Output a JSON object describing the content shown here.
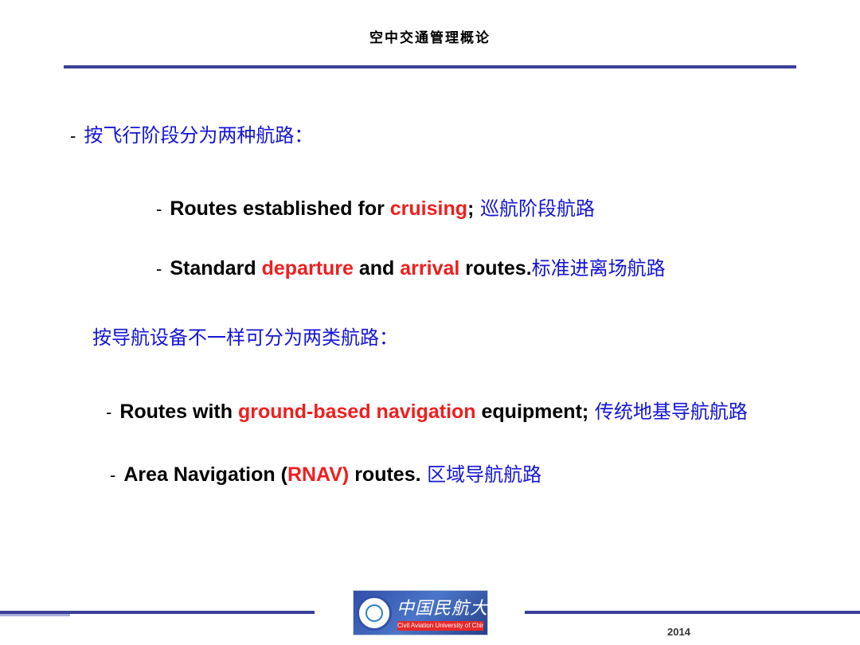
{
  "header": {
    "title": "空中交通管理概论"
  },
  "section1": {
    "bullet": "-",
    "heading": "按飞行阶段分为两种航路："
  },
  "item1": {
    "bullet": "-",
    "t1": "Routes established for ",
    "t2": "cruising",
    "t3": ";",
    "cn": " 巡航阶段航路"
  },
  "item2": {
    "bullet": "-",
    "t1": "Standard ",
    "t2": "departure",
    "t3": " and ",
    "t4": "arrival",
    "t5": " routes.",
    "cn": "标准进离场航路"
  },
  "section2": {
    "heading": "按导航设备不一样可分为两类航路："
  },
  "item3": {
    "bullet": "-",
    "t1": "Routes with ",
    "t2": "ground-based navigation",
    "t3": " equipment;",
    "cn": " 传统地基导航航路"
  },
  "item4": {
    "bullet": "-",
    "t1": "Area Navigation (",
    "t2": "RNAV)",
    "t3": " routes.",
    "cn": " 区域导航航路"
  },
  "footer": {
    "logo_cn": "中国民航大学",
    "logo_en": "Civil Aviation University of China",
    "year": "2014"
  },
  "colors": {
    "accent_blue": "#3b3f98",
    "cjk_blue": "#1515d6",
    "highlight_red": "#f01e1e"
  }
}
